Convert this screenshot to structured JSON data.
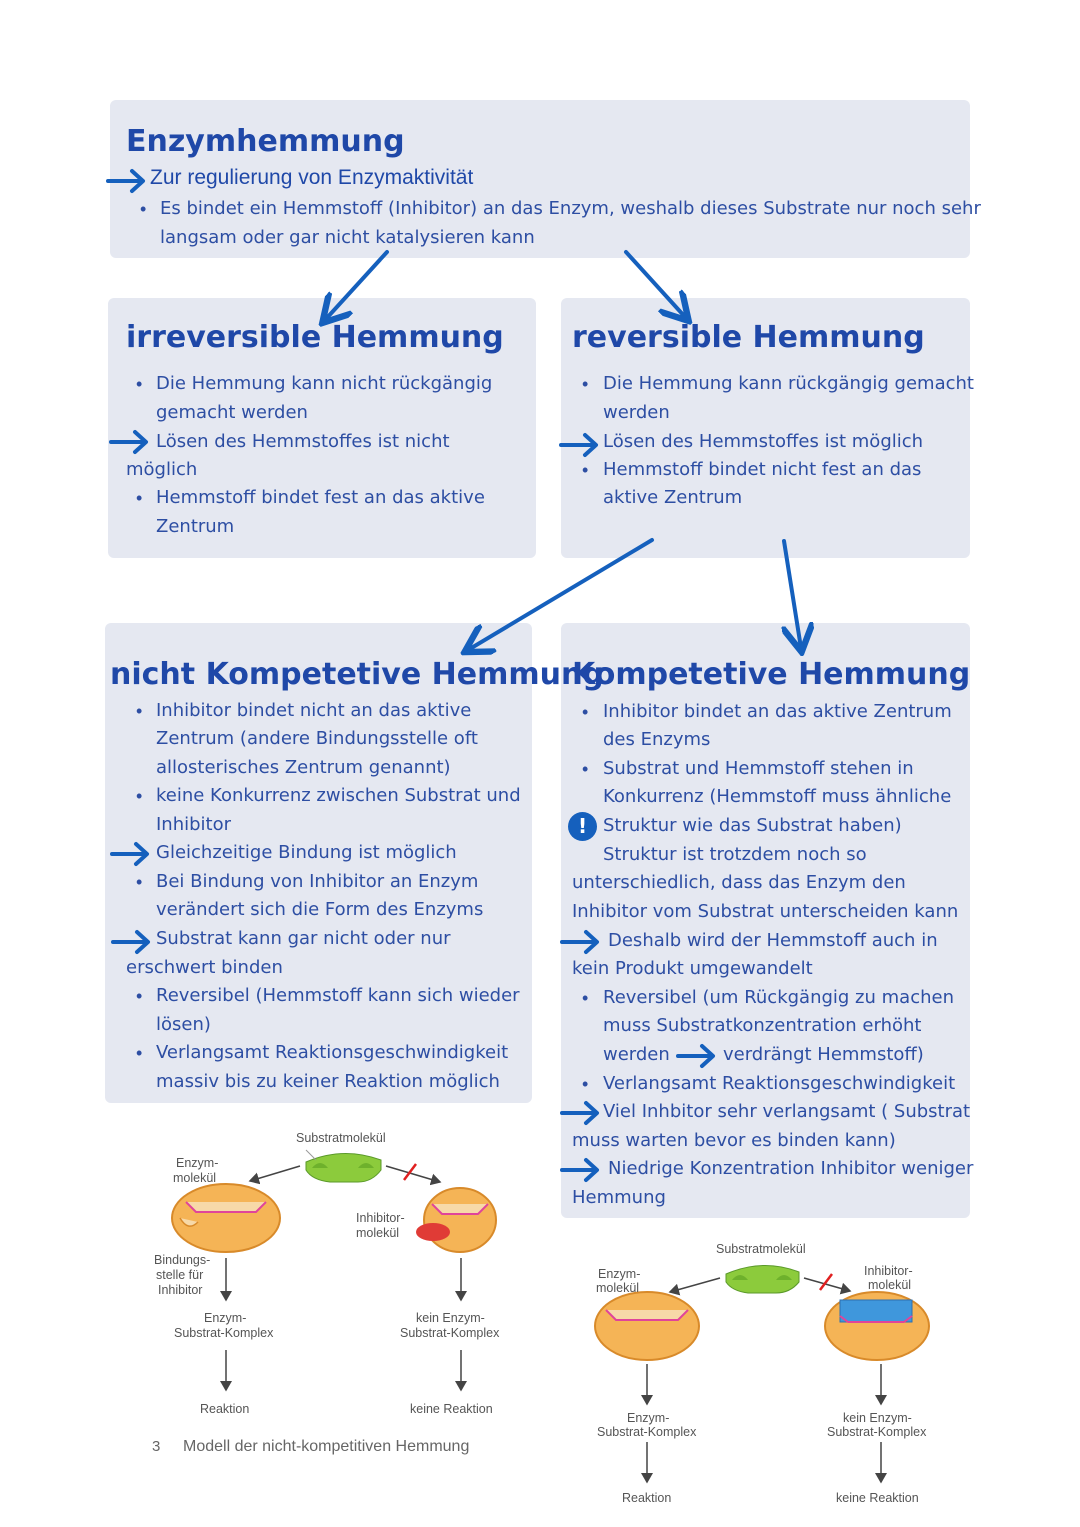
{
  "header": {
    "title": "Enzymhemmung",
    "subtitle": "Zur regulierung von Enzymaktivität",
    "line1": "Es bindet ein Hemmstoff (Inhibitor) an das Enzym, weshalb dieses Substrate nur noch sehr",
    "line2": "langsam oder gar nicht katalysieren kann"
  },
  "irreversible": {
    "title": "irreversible Hemmung",
    "lines": [
      "Die Hemmung kann nicht rückgängig",
      "gemacht werden",
      "Lösen des Hemmstoffes ist nicht",
      "möglich",
      "Hemmstoff bindet fest an das aktive",
      "Zentrum"
    ]
  },
  "reversible": {
    "title": "reversible Hemmung",
    "lines": [
      "Die Hemmung kann  rückgängig gemacht",
      "werden",
      "Lösen des Hemmstoffes ist möglich",
      "Hemmstoff bindet nicht fest an das",
      "aktive Zentrum"
    ]
  },
  "nonCompetitive": {
    "title": "nicht Kompetetive Hemmung",
    "lines": [
      "Inhibitor bindet nicht an das aktive",
      "Zentrum (andere Bindungsstelle oft",
      "allosterisches Zentrum genannt)",
      "keine Konkurrenz zwischen Substrat und",
      "Inhibitor",
      "Gleichzeitige Bindung ist möglich",
      "Bei Bindung von Inhibitor an Enzym",
      "verändert sich die Form des Enzyms",
      "Substrat kann gar nicht oder nur",
      "erschwert binden",
      "Reversibel (Hemmstoff kann sich wieder",
      "lösen)",
      "Verlangsamt Reaktionsgeschwindigkeit",
      "massiv bis zu keiner Reaktion möglich"
    ]
  },
  "competitive": {
    "title": "Kompetetive Hemmung",
    "lines": [
      "Inhibitor bindet an das aktive Zentrum",
      "des Enzyms",
      "Substrat und Hemmstoff stehen in",
      "Konkurrenz (Hemmstoff muss ähnliche",
      "Struktur wie das Substrat haben)",
      "Struktur ist trotzdem noch so",
      "unterschiedlich, dass das Enzym den",
      "Inhibitor vom Substrat unterscheiden kann",
      "Deshalb wird der Hemmstoff auch in",
      "kein Produkt umgewandelt",
      "Reversibel (um Rückgängig zu machen",
      "muss Substratkonzentration erhöht",
      "werden",
      "verdrängt Hemmstoff)",
      "Verlangsamt Reaktionsgeschwindigkeit",
      "Viel Inhbitor sehr verlangsamt ( Substrat",
      "muss warten bevor es binden kann)",
      "Niedrige Konzentration Inhibitor weniger",
      "Hemmung"
    ]
  },
  "diagram1": {
    "substrat": "Substratmolekül",
    "enzym1": "Enzym-",
    "enzym2": "molekül",
    "inhib1": "Inhibitor-",
    "inhib2": "molekül",
    "bind1": "Bindungs-",
    "bind2": "stelle für",
    "bind3": "Inhibitor",
    "esk1": "Enzym-",
    "esk2": "Substrat-Komplex",
    "kesk1": "kein Enzym-",
    "kesk2": "Substrat-Komplex",
    "reaktion": "Reaktion",
    "keine": "keine Reaktion",
    "capnum": "3",
    "caption": "Modell der nicht-kompetitiven Hemmung"
  },
  "diagram2": {
    "substrat": "Substratmolekül",
    "enzym1": "Enzym-",
    "enzym2": "molekül",
    "inhib1": "Inhibitor-",
    "inhib2": "molekül",
    "esk1": "Enzym-",
    "esk2": "Substrat-Komplex",
    "kesk1": "kein Enzym-",
    "kesk2": "Substrat-Komplex",
    "reaktion": "Reaktion",
    "keine": "keine Reaktion"
  },
  "colors": {
    "box": "#e5e8f1",
    "title": "#1f48a8",
    "text": "#2d4ea3",
    "arrow": "#1560bd"
  }
}
